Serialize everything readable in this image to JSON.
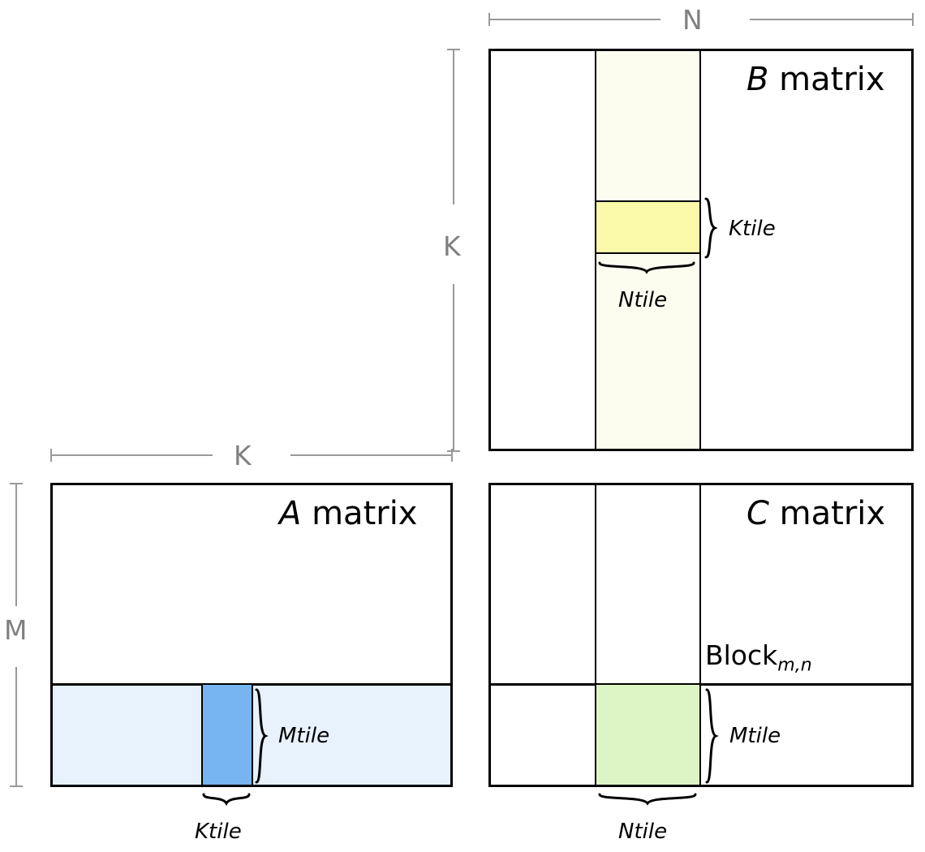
{
  "diagram": {
    "title_semantics": "matrix-multiplication-tiling",
    "colors": {
      "outline": "#000000",
      "dim_guide": "#999999",
      "dim_text": "#808080",
      "b_column_light": "#fcfcef",
      "b_ktile_yellow": "#fafaaa",
      "a_row_light": "#e7f2fd",
      "a_ktile_blue": "#76b5f0",
      "c_tile_green": "#ddf5c5",
      "background": "#ffffff"
    }
  },
  "dimensions": {
    "n": "N",
    "k_vertical": "K",
    "k_horizontal": "K",
    "m": "M"
  },
  "matrices": {
    "a": {
      "label_italic": "A",
      "label_rest": " matrix",
      "tiles": [
        {
          "name": "Mtile",
          "label": "Mtile"
        },
        {
          "name": "Ktile",
          "label": "Ktile"
        }
      ]
    },
    "b": {
      "label_italic": "B",
      "label_rest": " matrix",
      "tiles": [
        {
          "name": "Ktile",
          "label": "Ktile"
        },
        {
          "name": "Ntile",
          "label": "Ntile"
        }
      ]
    },
    "c": {
      "label_italic": "C",
      "label_rest": " matrix",
      "block_label_main": "Block",
      "block_label_sub": "m,n",
      "tiles": [
        {
          "name": "Mtile",
          "label": "Mtile"
        },
        {
          "name": "Ntile",
          "label": "Ntile"
        }
      ]
    }
  }
}
